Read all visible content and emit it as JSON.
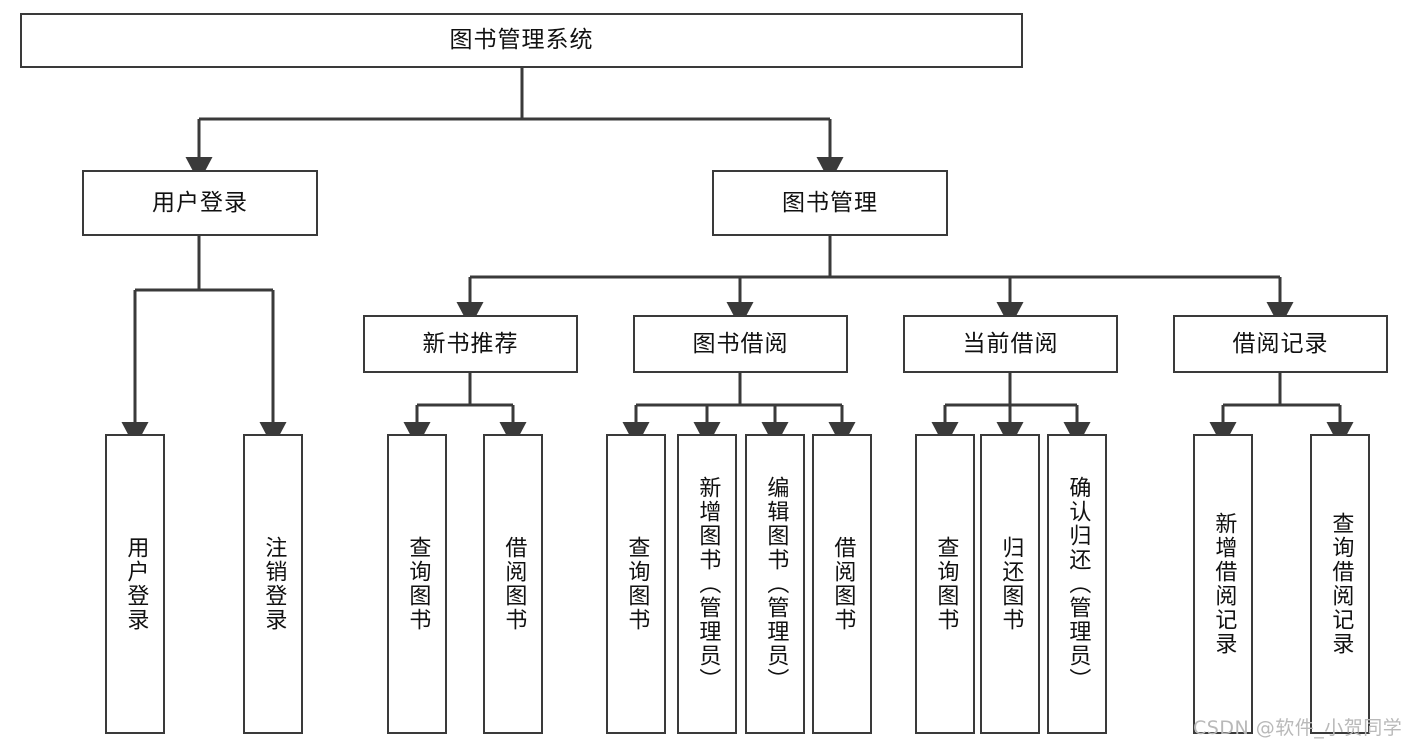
{
  "diagram": {
    "title_node": {
      "label": "图书管理系统"
    },
    "level2": [
      {
        "id": "user-login",
        "label": "用户登录"
      },
      {
        "id": "book-management",
        "label": "图书管理"
      }
    ],
    "level3": [
      {
        "id": "new-book-recommend",
        "label": "新书推荐"
      },
      {
        "id": "book-borrow",
        "label": "图书借阅"
      },
      {
        "id": "current-borrow",
        "label": "当前借阅"
      },
      {
        "id": "borrow-record",
        "label": "借阅记录"
      }
    ],
    "leaves": {
      "user_login": [
        {
          "id": "leaf-user-login",
          "label": "用户登录"
        },
        {
          "id": "leaf-logout-login",
          "label": "注销登录"
        }
      ],
      "new_book_recommend": [
        {
          "id": "leaf-query-book-1",
          "label": "查询图书"
        },
        {
          "id": "leaf-borrow-book-1",
          "label": "借阅图书"
        }
      ],
      "book_borrow": [
        {
          "id": "leaf-query-book-2",
          "label": "查询图书"
        },
        {
          "id": "leaf-add-book",
          "label": "新增图书（管理员）"
        },
        {
          "id": "leaf-edit-book",
          "label": "编辑图书（管理员）"
        },
        {
          "id": "leaf-borrow-book-2",
          "label": "借阅图书"
        }
      ],
      "current_borrow": [
        {
          "id": "leaf-query-book-3",
          "label": "查询图书"
        },
        {
          "id": "leaf-return-book",
          "label": "归还图书"
        },
        {
          "id": "leaf-confirm-return",
          "label": "确认归还（管理员）"
        }
      ],
      "borrow_record": [
        {
          "id": "leaf-add-borrow-record",
          "label": "新增借阅记录"
        },
        {
          "id": "leaf-query-borrow-record",
          "label": "查询借阅记录"
        }
      ]
    },
    "watermark": "CSDN @软件_小贺同学",
    "colors": {
      "stroke": "#3a3a3a",
      "text": "#111111",
      "background": "#ffffff",
      "watermark": "#b9b9b9"
    }
  }
}
